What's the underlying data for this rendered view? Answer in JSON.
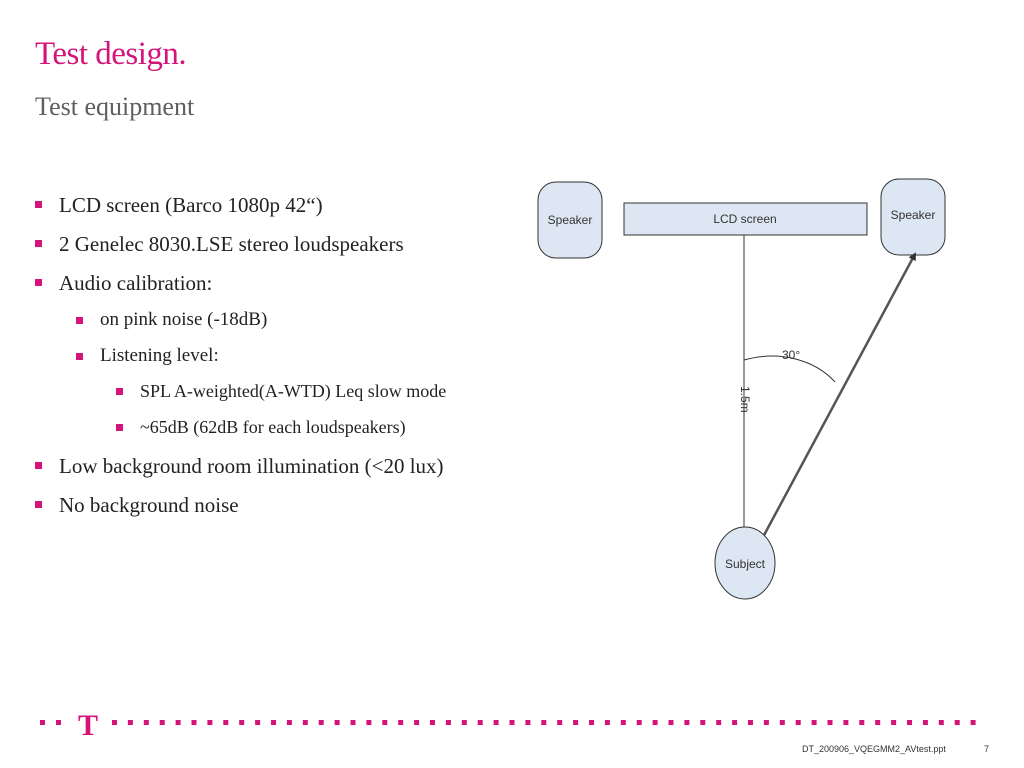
{
  "slide": {
    "title": "Test design.",
    "subtitle": "Test equipment",
    "bullets": [
      "LCD screen (Barco 1080p 42“)",
      "2 Genelec 8030.LSE stereo loudspeakers",
      "Audio calibration:",
      "on pink noise (-18dB)",
      "Listening level:",
      "SPL A-weighted(A-WTD) Leq slow mode",
      "~65dB (62dB for each loudspeakers)",
      "Low  background room illumination (<20 lux)",
      "No background noise"
    ]
  },
  "diagram": {
    "speaker_left": "Speaker",
    "speaker_right": "Speaker",
    "lcd_screen": "LCD screen",
    "angle": "30°",
    "distance": "1.5m",
    "subject": "Subject"
  },
  "footer": {
    "filename": "DT_200906_VQEGMM2_AVtest.ppt",
    "page": "7",
    "logo_letter": "T"
  },
  "colors": {
    "accent": "#d4147a",
    "speaker_fill": "#dde6f3",
    "lcd_fill": "#dde6f3"
  }
}
